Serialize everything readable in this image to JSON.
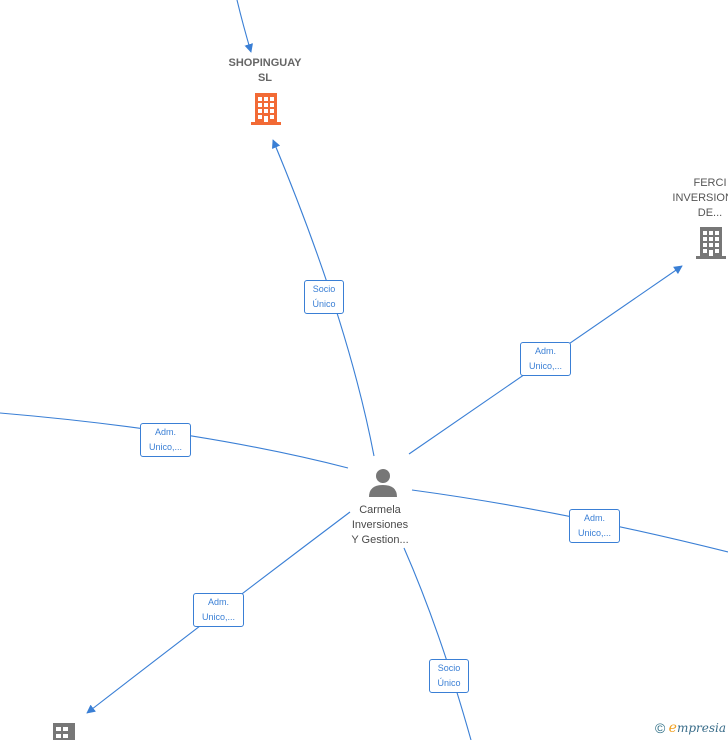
{
  "nodes": {
    "shopinguay": {
      "line1": "SHOPINGUAY",
      "line2": "SL",
      "color": "#f26a35"
    },
    "ferci": {
      "line1": "FERCI",
      "line2": "INVERSIONES",
      "line3": "DE...",
      "color": "#777777"
    },
    "carmela": {
      "line1": "Carmela",
      "line2": "Inversiones",
      "line3": "Y Gestion..."
    },
    "bottom_left": {
      "color": "#777777"
    }
  },
  "relations": [
    {
      "line1": "Socio",
      "line2": "Único"
    },
    {
      "line1": "Adm.",
      "line2": "Unico,..."
    },
    {
      "line1": "Adm.",
      "line2": "Unico,..."
    },
    {
      "line1": "Adm.",
      "line2": "Unico,..."
    },
    {
      "line1": "Adm.",
      "line2": "Unico,..."
    },
    {
      "line1": "Socio",
      "line2": "Único"
    }
  ],
  "watermark": {
    "copyright": "©",
    "e": "e",
    "brand": "mpresia"
  },
  "colors": {
    "edge": "#3a7fd5",
    "person_icon": "#777777"
  }
}
